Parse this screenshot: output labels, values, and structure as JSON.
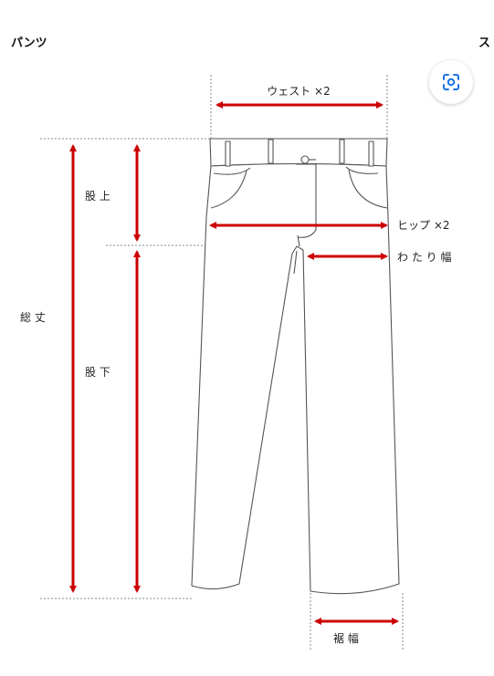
{
  "header": {
    "title": "パンツ",
    "next_title": "ス"
  },
  "lens_button": {
    "icon": "lens-icon",
    "color": "#1a73e8"
  },
  "diagram": {
    "arrow_color": "#cc0000",
    "labels": {
      "waist": "ウェスト ×2",
      "rise": "股 上",
      "hip": "ヒップ ×2",
      "thigh": "わ た り 幅",
      "total_length": "総  丈",
      "inseam": "股 下",
      "hem": "裾  幅"
    }
  }
}
